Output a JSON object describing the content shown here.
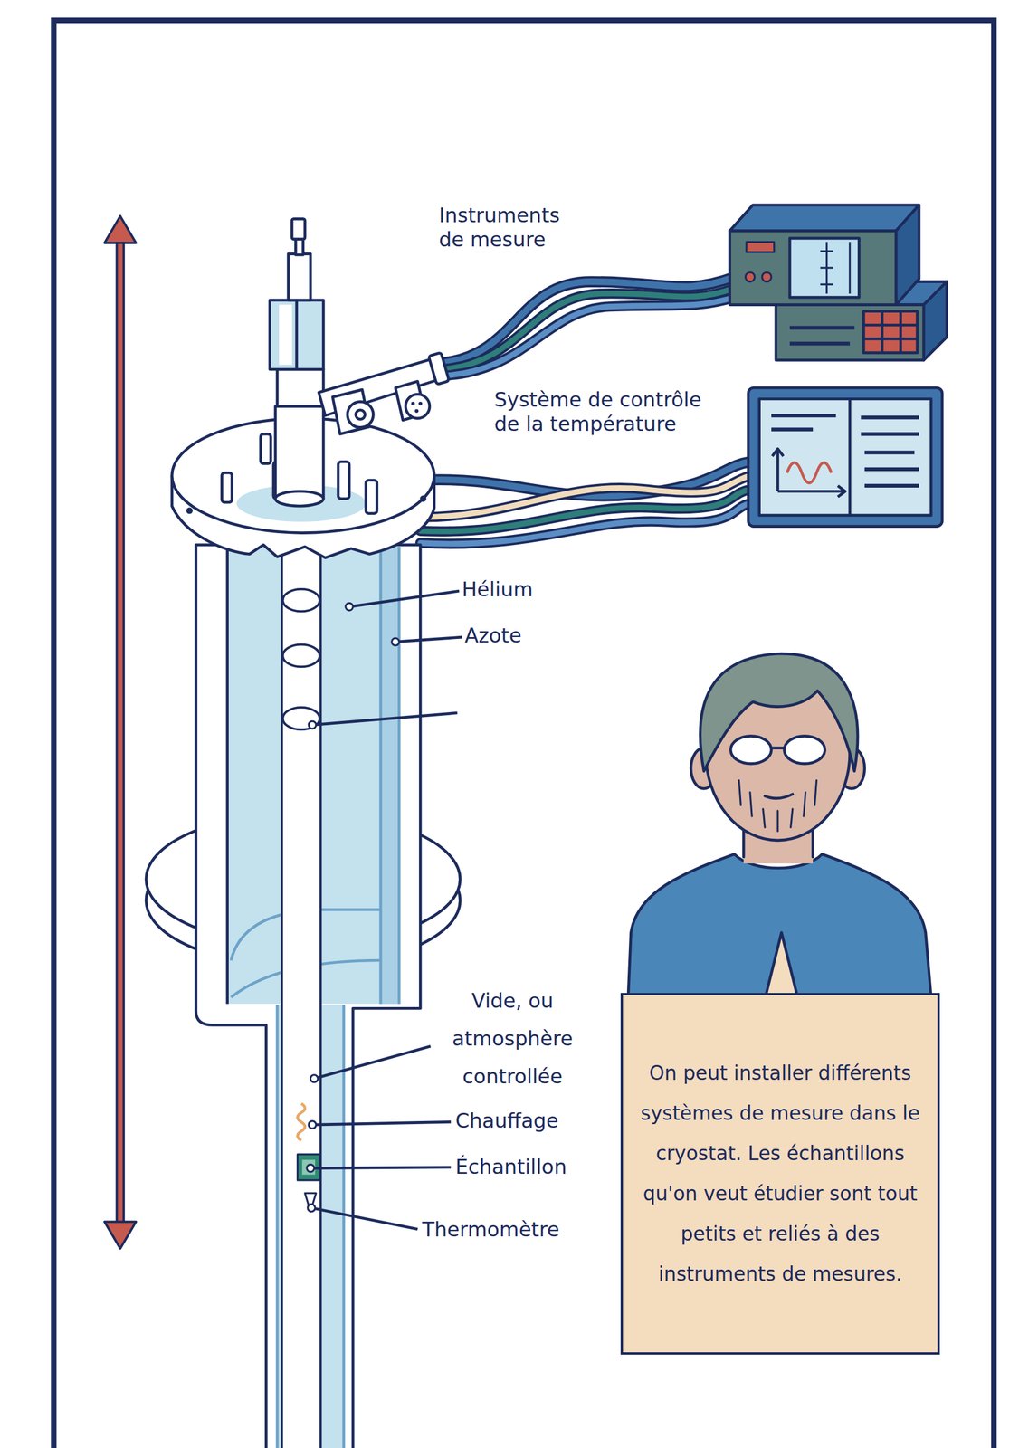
{
  "diagram": {
    "nodes": [
      {
        "text": [
          "On peut installer différents systèmes de mesure dans le cryostat. Les échantillons qu'on veut étudier sont tout petits et reliés à des instruments de mesures."
        ]
      }
    ],
    "labels": [
      "Instruments de mesure",
      "Système de contrôle de la température",
      "Hélium",
      "Azote",
      "Vide, ou atmosphère controllée",
      "Chauffage",
      "Échantillon",
      "Thermomètre"
    ]
  }
}
